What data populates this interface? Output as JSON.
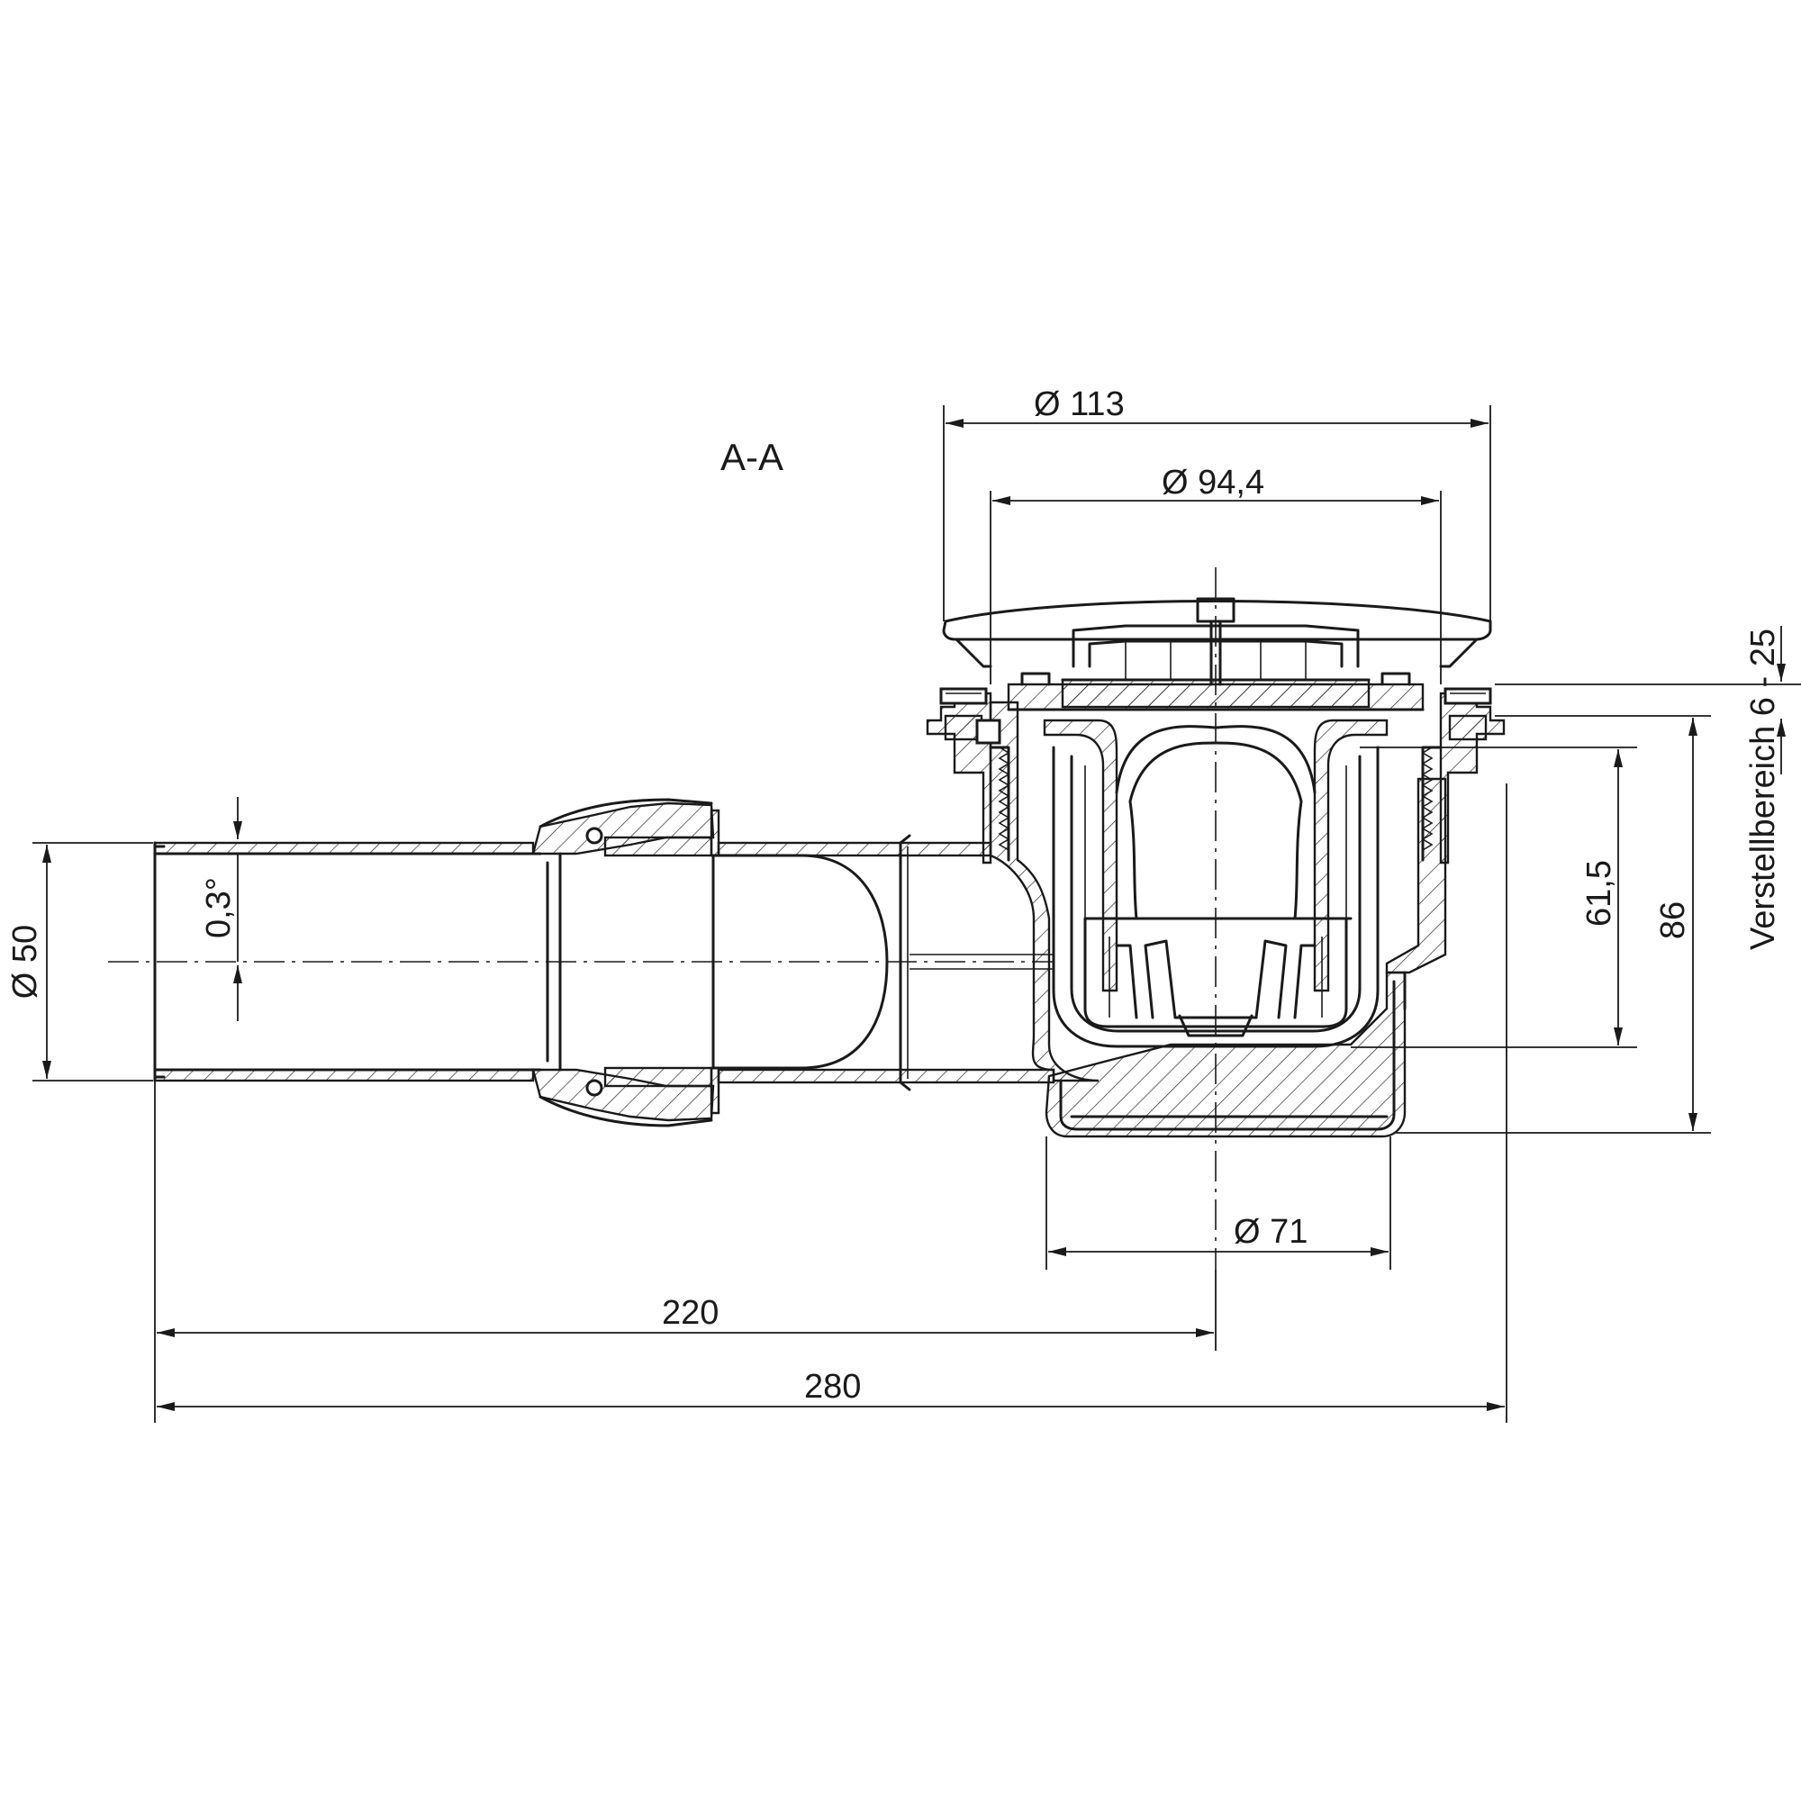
{
  "section_label": "A-A",
  "dimensions": {
    "outer_cover_diameter": "Ø  113",
    "inner_cover_diameter": "Ø  94,4",
    "pipe_diameter": "Ø  50",
    "slope": "0,3°",
    "trap_diameter": "Ø  71",
    "center_distance": "220",
    "overall_length": "280",
    "water_seal_height": "61,5",
    "total_height": "86",
    "adjustment_range": "Verstellbereich 6 - 25"
  }
}
